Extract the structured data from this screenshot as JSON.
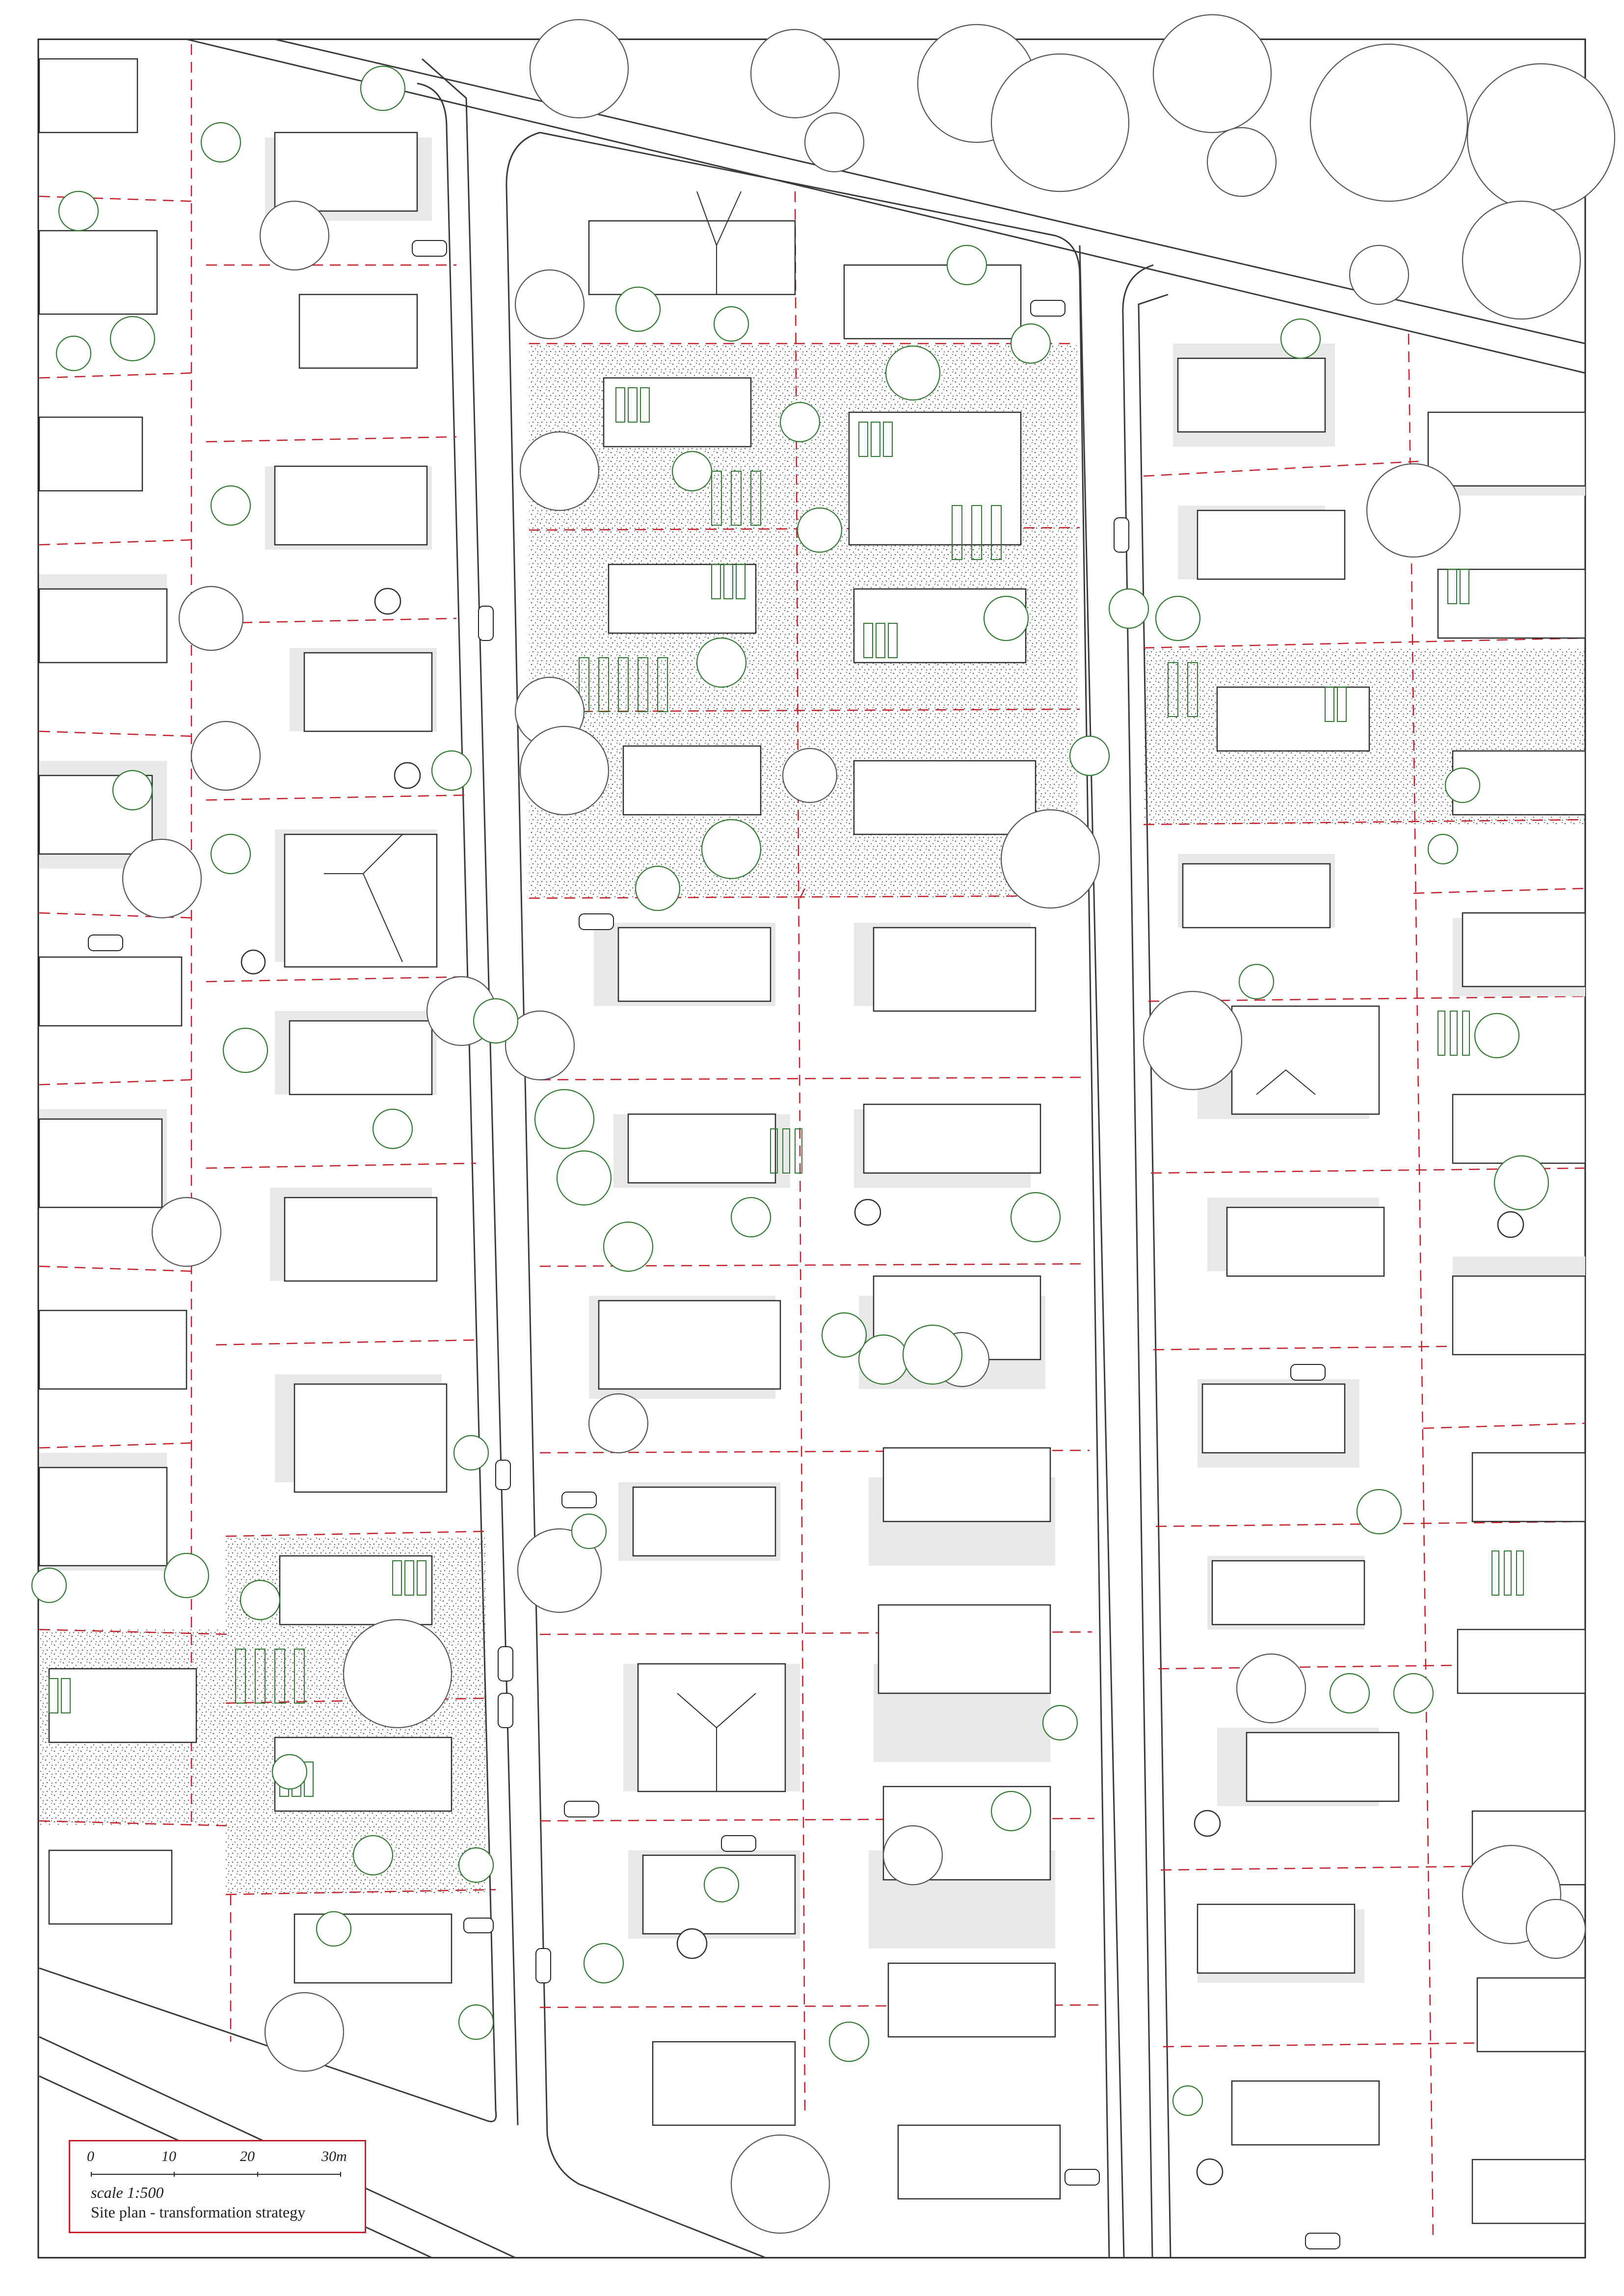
{
  "title": "Site plan - transformation strategy",
  "scale": {
    "label": "scale 1:500",
    "ticks": [
      "0",
      "10",
      "20",
      "30m"
    ]
  },
  "colors": {
    "lot_boundary": "#c4202a",
    "vegetation": "#2f7a2f",
    "linework": "#2e2e2e",
    "shadow": "#e8e8e8"
  }
}
